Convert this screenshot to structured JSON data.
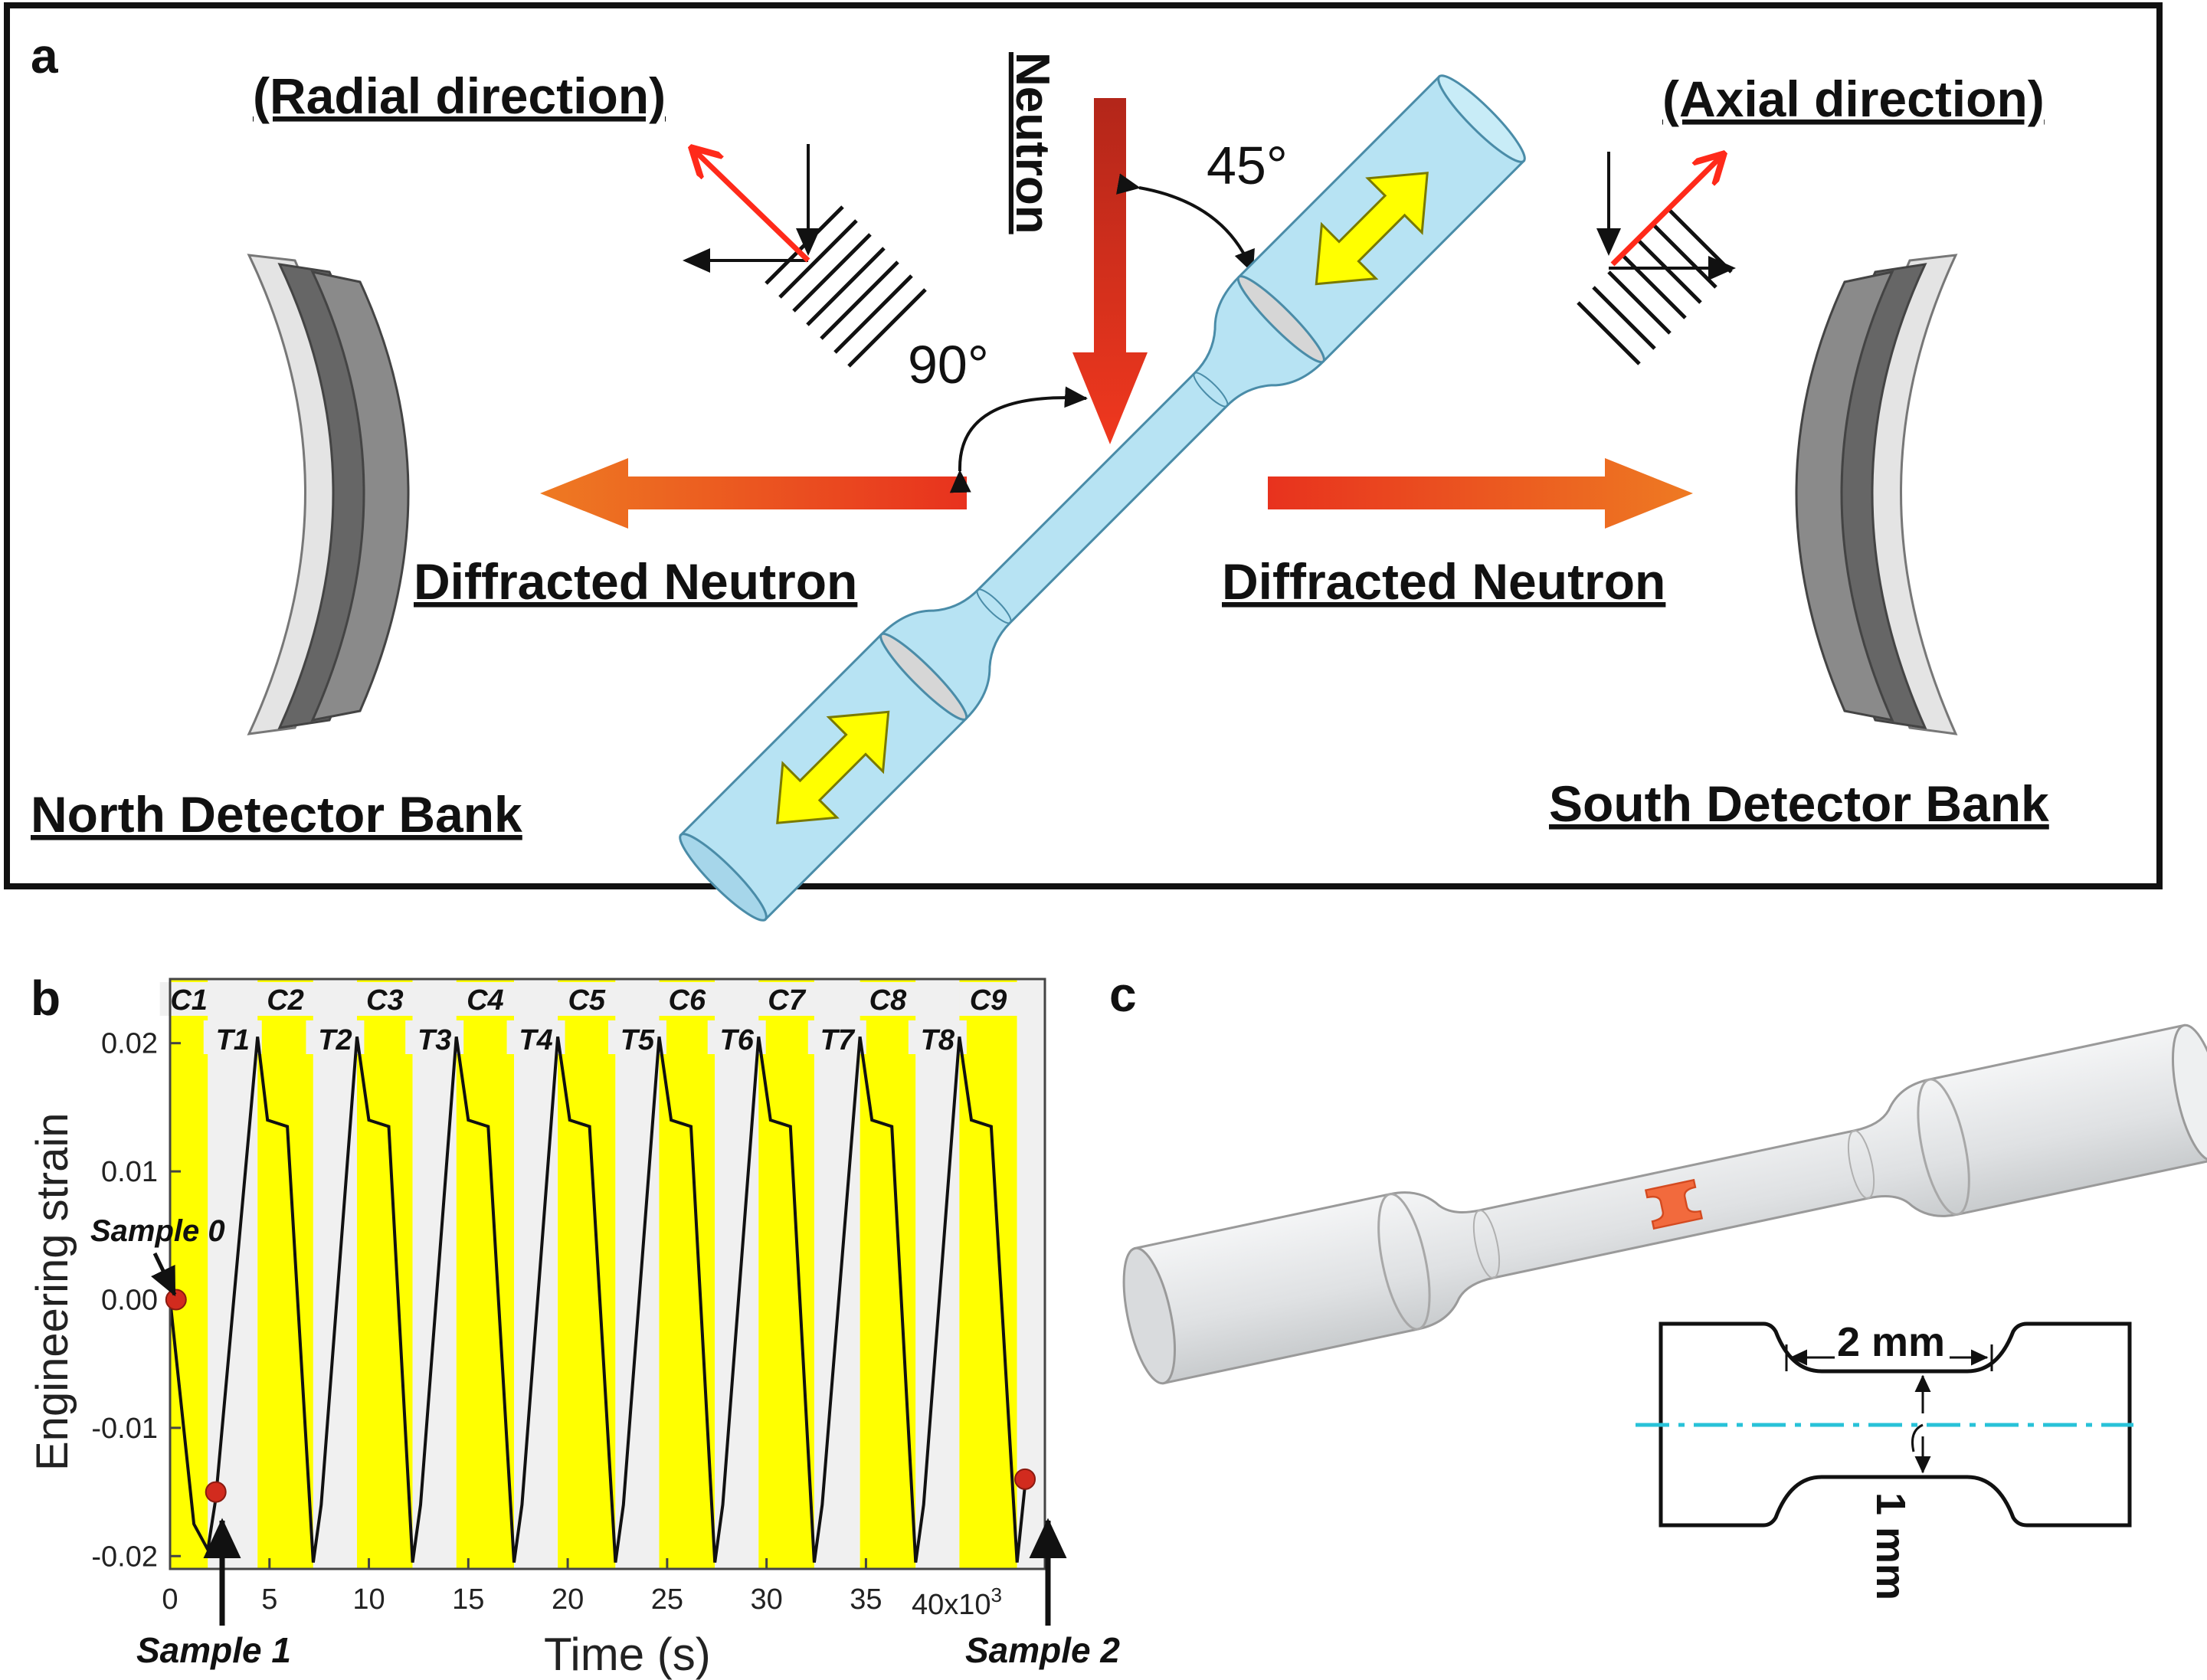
{
  "panel_a": {
    "letter": "a",
    "radial_label": "(Radial direction)",
    "axial_label": "(Axial direction)",
    "neutron_label": "Neutron",
    "angle_45": "45°",
    "angle_90": "90°",
    "diffracted_left": "Diffracted Neutron",
    "diffracted_right": "Diffracted Neutron",
    "north_bank": "North Detector Bank",
    "south_bank": "South Detector Bank"
  },
  "panel_b": {
    "letter": "b",
    "x_axis_label": "Time (s)",
    "y_axis_label": "Engineering strain",
    "x_ticks": [
      "0",
      "5",
      "10",
      "15",
      "20",
      "25",
      "30",
      "35"
    ],
    "x_ticks_values": [
      0,
      5,
      10,
      15,
      20,
      25,
      30,
      35
    ],
    "x_multiplier": "40x10",
    "x_multiplier_exp": "3",
    "y_ticks": [
      "0.02",
      "0.01",
      "0.00",
      "-0.01",
      "-0.02"
    ],
    "y_ticks_values": [
      0.02,
      0.01,
      0.0,
      -0.01,
      -0.02
    ],
    "compression_labels": [
      "C1",
      "C2",
      "C3",
      "C4",
      "C5",
      "C6",
      "C7",
      "C8",
      "C9"
    ],
    "tension_labels": [
      "T1",
      "T2",
      "T3",
      "T4",
      "T5",
      "T6",
      "T7",
      "T8"
    ],
    "samples": [
      "Sample 0",
      "Sample 1",
      "Sample 2"
    ]
  },
  "panel_c": {
    "letter": "c",
    "dim_length": "2 mm",
    "dim_thickness": "1 mm"
  },
  "colors": {
    "beam_red": "#e8321e",
    "beam_orange": "#ee7a22",
    "specimen_blue": "#b7e3f3",
    "arrow_yellow": "#ffff00",
    "band_yellow": "#ffff00",
    "band_grey": "#f0f0f0",
    "marker_red": "#d22b1e",
    "gauge_orange": "#f26a3d",
    "centerline_cyan": "#28c2d8"
  },
  "chart_data": {
    "type": "line",
    "title": "",
    "xlabel": "Time (s)",
    "ylabel": "Engineering strain",
    "x_scale": "x10^3",
    "xlim": [
      0,
      44
    ],
    "ylim": [
      -0.021,
      0.025
    ],
    "grid": false,
    "series": [
      {
        "values_x": [
          0,
          1.2,
          1.9,
          2.3,
          4.4,
          4.9,
          5.9,
          7.2,
          7.6,
          9.4,
          10.0,
          11.0,
          12.2,
          12.6,
          14.4,
          15.0,
          16.0,
          17.3,
          17.7,
          19.5,
          20.1,
          21.1,
          22.4,
          22.8,
          24.6,
          25.2,
          26.2,
          27.4,
          27.8,
          29.6,
          30.2,
          31.2,
          32.4,
          32.8,
          34.7,
          35.3,
          36.3,
          37.5,
          37.9,
          39.7,
          40.3,
          41.3,
          42.6,
          43.0
        ],
        "values_y": [
          0.0,
          -0.0175,
          -0.0195,
          -0.0155,
          0.0205,
          0.014,
          0.0135,
          -0.0205,
          -0.016,
          0.0205,
          0.014,
          0.0135,
          -0.0205,
          -0.016,
          0.0205,
          0.014,
          0.0135,
          -0.0205,
          -0.016,
          0.0205,
          0.014,
          0.0135,
          -0.0205,
          -0.016,
          0.0205,
          0.014,
          0.0135,
          -0.0205,
          -0.016,
          0.0205,
          0.014,
          0.0135,
          -0.0205,
          -0.016,
          0.0205,
          0.014,
          0.0135,
          -0.0205,
          -0.016,
          0.0205,
          0.014,
          0.0135,
          -0.0205,
          -0.0145
        ]
      }
    ],
    "points": [
      {
        "label": "Sample 0",
        "x": 0.3,
        "y": 0.0
      },
      {
        "label": "Sample 1",
        "x": 2.3,
        "y": -0.015
      },
      {
        "label": "Sample 2",
        "x": 43.0,
        "y": -0.014
      }
    ],
    "bands": {
      "compression_color": "yellow",
      "tension_color": "light grey"
    }
  }
}
